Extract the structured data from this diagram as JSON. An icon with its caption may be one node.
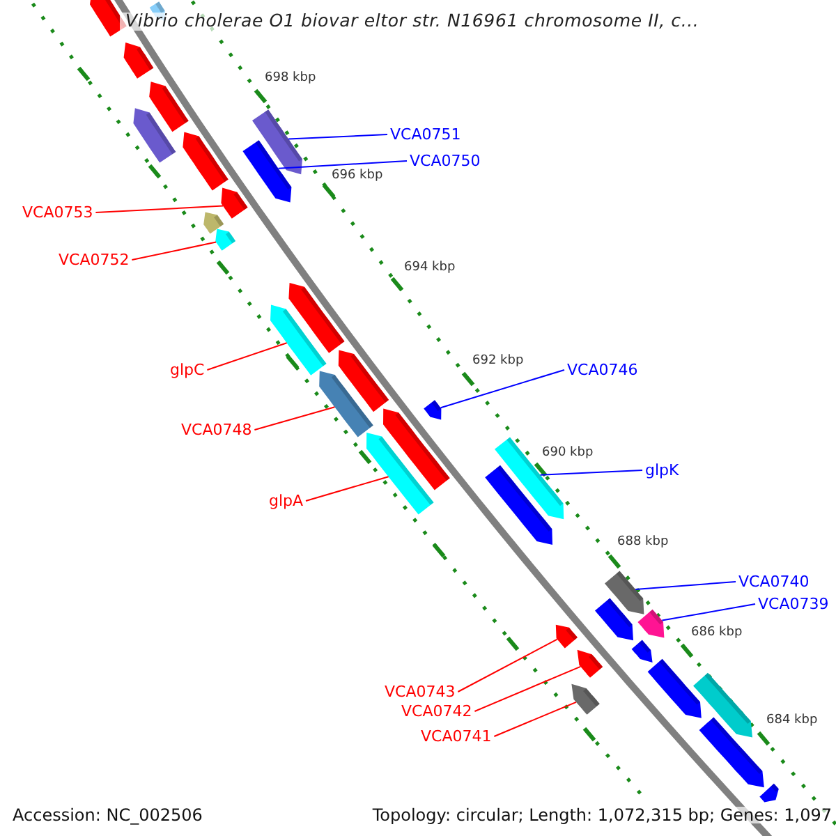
{
  "diagram": {
    "title": "Vibrio cholerae O1 biovar eltor str. N16961 chromosome II, c...",
    "nodes": [
      {
        "text": [
          "VCA0751"
        ]
      },
      {
        "text": [
          "VCA0750"
        ]
      },
      {
        "text": [
          "VCA0753"
        ]
      },
      {
        "text": [
          "VCA0752"
        ]
      },
      {
        "text": [
          "glpC"
        ]
      },
      {
        "text": [
          "VCA0748"
        ]
      },
      {
        "text": [
          "glpA"
        ]
      },
      {
        "text": [
          "VCA0746"
        ]
      },
      {
        "text": [
          "glpK"
        ]
      },
      {
        "text": [
          "VCA0740"
        ]
      },
      {
        "text": [
          "VCA0739"
        ]
      },
      {
        "text": [
          "VCA0743"
        ]
      },
      {
        "text": [
          "VCA0742"
        ]
      },
      {
        "text": [
          "VCA0741"
        ]
      },
      {
        "text": [],
        "shape": "arrow"
      },
      {
        "text": [],
        "shape": "arrow"
      },
      {
        "text": [],
        "shape": "arrow"
      },
      {
        "text": [],
        "shape": "arrow"
      },
      {
        "text": [],
        "shape": "arrow"
      },
      {
        "text": [],
        "shape": "arrow"
      },
      {
        "text": [],
        "shape": "arrow"
      },
      {
        "text": [],
        "shape": "arrow"
      },
      {
        "text": [],
        "shape": "arrow"
      },
      {
        "text": [],
        "shape": "arrow"
      },
      {
        "text": [],
        "shape": "arrow"
      },
      {
        "text": [],
        "shape": "arrow"
      },
      {
        "text": [],
        "shape": "arrow"
      },
      {
        "text": [],
        "shape": "arrow"
      },
      {
        "text": [],
        "shape": "arrow"
      },
      {
        "text": [],
        "shape": "arrow"
      },
      {
        "text": [],
        "shape": "arrow"
      },
      {
        "text": [],
        "shape": "arrow"
      },
      {
        "text": [],
        "shape": "arrow"
      },
      {
        "text": [],
        "shape": "arrow"
      },
      {
        "text": [],
        "shape": "arrow"
      },
      {
        "text": [],
        "shape": "arrow"
      },
      {
        "text": [],
        "shape": "arrow"
      },
      {
        "text": [],
        "shape": "arrow"
      },
      {
        "text": [],
        "shape": "arrow"
      },
      {
        "text": [],
        "shape": "arrow"
      },
      {
        "text": [],
        "shape": "arrow"
      },
      {
        "text": [],
        "shape": "arrow"
      },
      {
        "text": [],
        "shape": "arrow"
      },
      {
        "text": [],
        "shape": "arrow"
      },
      {
        "text": [],
        "shape": "arrow"
      }
    ],
    "edges": [
      {
        "from": 0,
        "to": 14,
        "arrow": "none",
        "color": "#0000ff"
      },
      {
        "from": 1,
        "to": 15,
        "arrow": "none",
        "color": "#0000ff"
      },
      {
        "from": 2,
        "to": 16,
        "arrow": "none"
      },
      {
        "from": 3,
        "to": 17,
        "arrow": "none"
      },
      {
        "from": 4,
        "to": 18,
        "arrow": "none"
      },
      {
        "from": 5,
        "to": 19,
        "arrow": "none"
      },
      {
        "from": 6,
        "to": 20,
        "arrow": "none"
      },
      {
        "from": 7,
        "to": 21,
        "arrow": "none",
        "color": "#0000ff"
      },
      {
        "from": 8,
        "to": 22,
        "arrow": "none",
        "color": "#0000ff"
      },
      {
        "from": 9,
        "to": 23,
        "arrow": "none",
        "color": "#0000ff"
      },
      {
        "from": 10,
        "to": 24,
        "arrow": "none",
        "color": "#0000ff"
      },
      {
        "from": 11,
        "to": 25,
        "arrow": "none"
      },
      {
        "from": 12,
        "to": 26,
        "arrow": "none"
      },
      {
        "from": 13,
        "to": 27,
        "arrow": "none"
      }
    ],
    "labels": [
      "698 kbp",
      "696 kbp",
      "694 kbp",
      "692 kbp",
      "690 kbp",
      "688 kbp",
      "686 kbp",
      "684 kbp",
      "Accession: NC_002506",
      "Topology: circular; Length: 1,072,315 bp; Genes: 1,097"
    ]
  }
}
